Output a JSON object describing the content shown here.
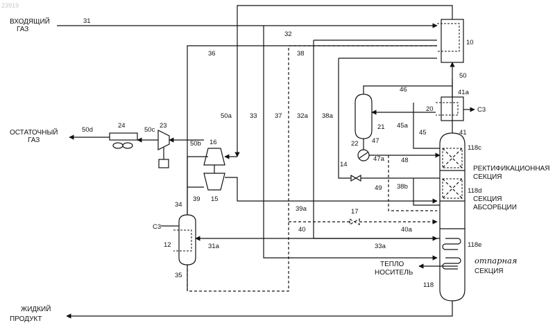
{
  "watermark": "23919",
  "labels": {
    "inlet_gas": [
      "ВХОДЯЩИЙ",
      "ГАЗ"
    ],
    "residue_gas": [
      "ОСТАТОЧНЫЙ",
      "ГАЗ"
    ],
    "liquid_product": [
      "ЖИДКИЙ",
      "ПРОДУКТ"
    ],
    "heat_medium": [
      "ТЕПЛО",
      "НОСИТЕЛЬ"
    ],
    "rectification_section": [
      "РЕКТИФИКАЦИОННАЯ",
      "СЕКЦИЯ"
    ],
    "absorption_section": [
      "СЕКЦИЯ",
      "АБСОРБЦИИ"
    ],
    "stripping_section": [
      "отпарная",
      "СЕКЦИЯ"
    ],
    "c3_top": "C3",
    "c3_left": "C3"
  },
  "streams": [
    "31",
    "32",
    "36",
    "38",
    "50",
    "46",
    "41a",
    "45a",
    "45",
    "47",
    "22",
    "47a",
    "48",
    "14",
    "38b",
    "49",
    "17",
    "40a",
    "40",
    "39a",
    "33a",
    "31a",
    "35",
    "34",
    "39",
    "50a",
    "33",
    "37",
    "32a",
    "38a",
    "50b",
    "50c",
    "50d",
    "41"
  ],
  "equipment": [
    "10",
    "20",
    "21",
    "23",
    "24",
    "16",
    "15",
    "12",
    "118c",
    "118d",
    "118e",
    "118"
  ],
  "icons": {
    "heat_exchanger": "heat-exchanger-icon",
    "column": "fractionation-column-icon",
    "drum": "separator-drum-icon",
    "expander": "expander-icon",
    "compressor": "compressor-icon",
    "pump": "pump-icon",
    "valve": "valve-icon",
    "cooler": "air-cooler-icon"
  }
}
